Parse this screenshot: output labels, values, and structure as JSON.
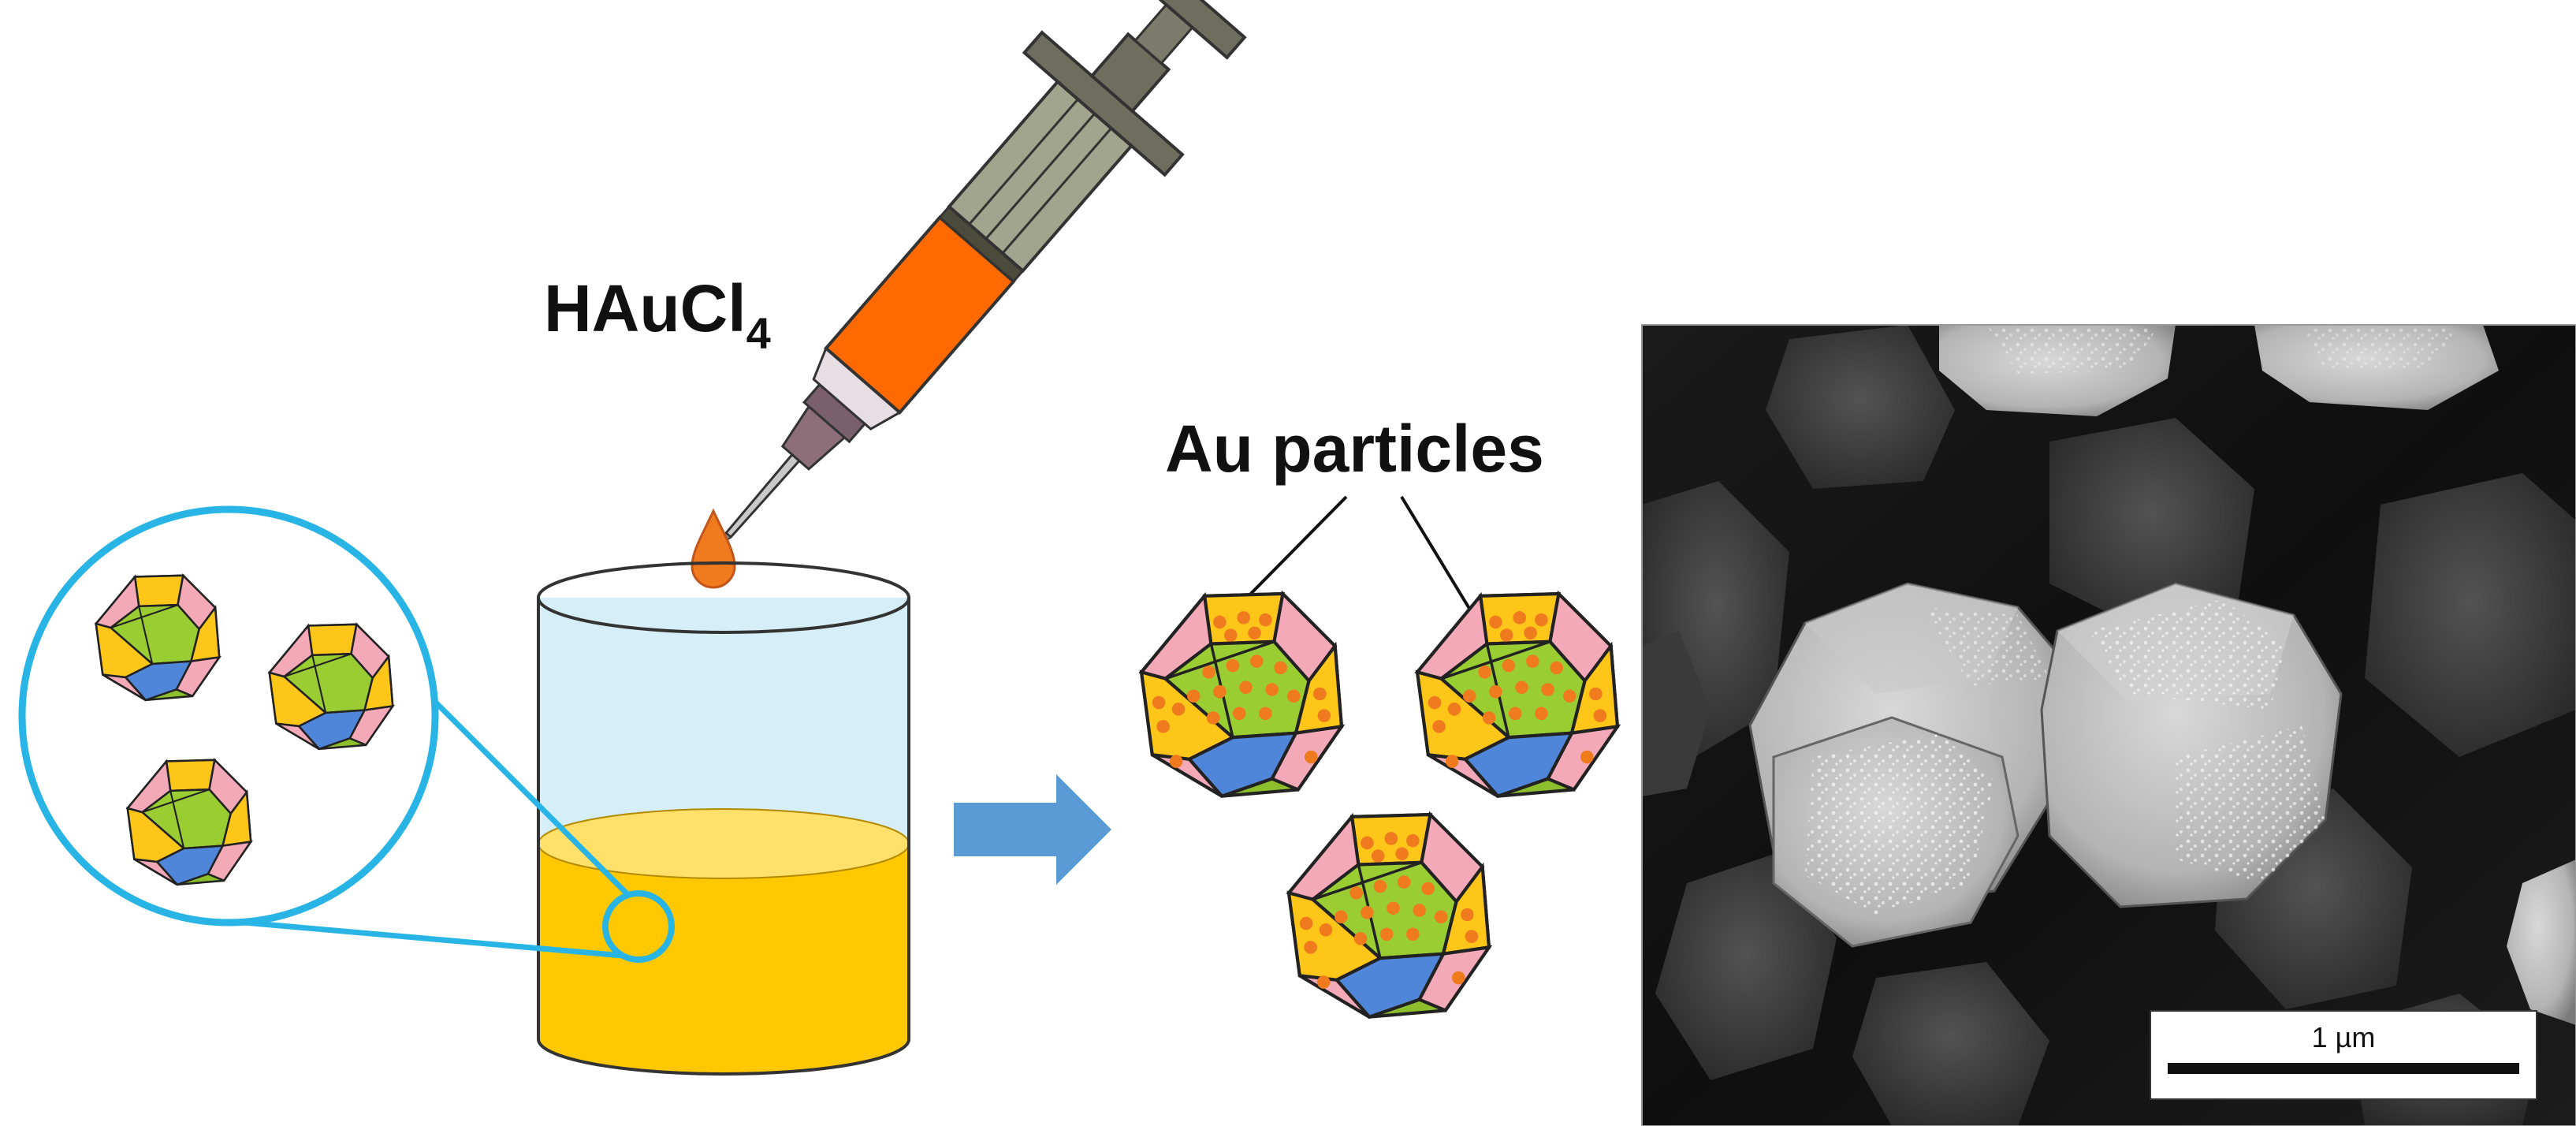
{
  "labels": {
    "reagent_main": "HAuCl",
    "reagent_sub": "4",
    "product": "Au particles",
    "scale_bar": "1 µm"
  },
  "colors": {
    "solution": "#FFC800",
    "solution_top": "#FFE06A",
    "beaker_water": "#D6EEF7",
    "highlight": "#28B4E4",
    "arrow": "#5B9BD5",
    "droplet": "#F07A1E",
    "face_yellow": "#FFC61A",
    "face_green": "#9ACD32",
    "face_pink": "#F4A9B8",
    "face_blue": "#4F86D9",
    "au_dot": "#F07A1E",
    "syringe_liquid": "#FF6A00",
    "syringe_barrel": "#A2A58D",
    "syringe_plunger": "#6E6E5F",
    "needle_hub": "#8C6F79"
  },
  "icons": [
    "syringe-icon",
    "beaker-icon",
    "droplet-icon",
    "arrow-right-icon",
    "polyhedron-particle-icon",
    "magnifier-circle-icon"
  ]
}
